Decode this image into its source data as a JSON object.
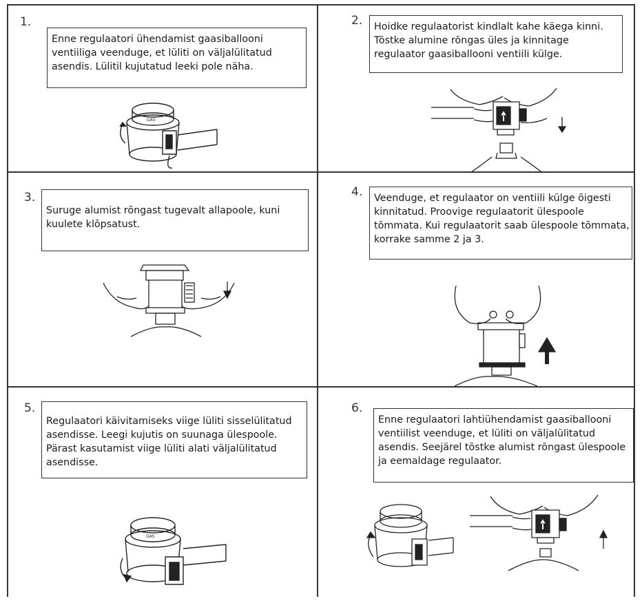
{
  "steps": [
    {
      "number": "1.",
      "text": "Enne regulaatori ühendamist gaasiballooni ventiiliga veenduge, et lüliti on väljalülitatud asendis. Lülitil kujutatud leeki pole näha."
    },
    {
      "number": "2.",
      "text": "Hoidke regulaatorist kindlalt kahe käega kinni. Tõstke alumine rõngas üles ja kinnitage regulaator gaasiballooni ventiili külge."
    },
    {
      "number": "3.",
      "text": "Suruge alumist rõngast tugevalt allapoole, kuni kuulete klõpsatust."
    },
    {
      "number": "4.",
      "text": "Veenduge, et regulaator on ventiili külge õigesti kinnitatud. Proovige regulaatorit ülespoole tõmmata. Kui regulaatorit saab ülespoole tõmmata, korrake samme 2 ja 3."
    },
    {
      "number": "5.",
      "text": "Regulaatori käivitamiseks viige lüliti sisselülitatud asendisse. Leegi kujutis on suunaga ülespoole. Pärast kasutamist viige lüliti alati väljalülitatud asendisse."
    },
    {
      "number": "6.",
      "text": "Enne regulaatori lahtiühendamist gaasiballooni ventiilist veenduge, et lüliti on väljalülitatud asendis. Seejärel tõstke alumist rõngast ülespoole ja eemaldage regulaator."
    }
  ],
  "illustrations": {
    "cap_logo": "GAS",
    "icons": [
      "regulator-side-icon",
      "hands-attach-icon",
      "hands-push-down-icon",
      "hands-pull-up-icon",
      "regulator-switch-icon",
      "hands-detach-icon"
    ]
  }
}
